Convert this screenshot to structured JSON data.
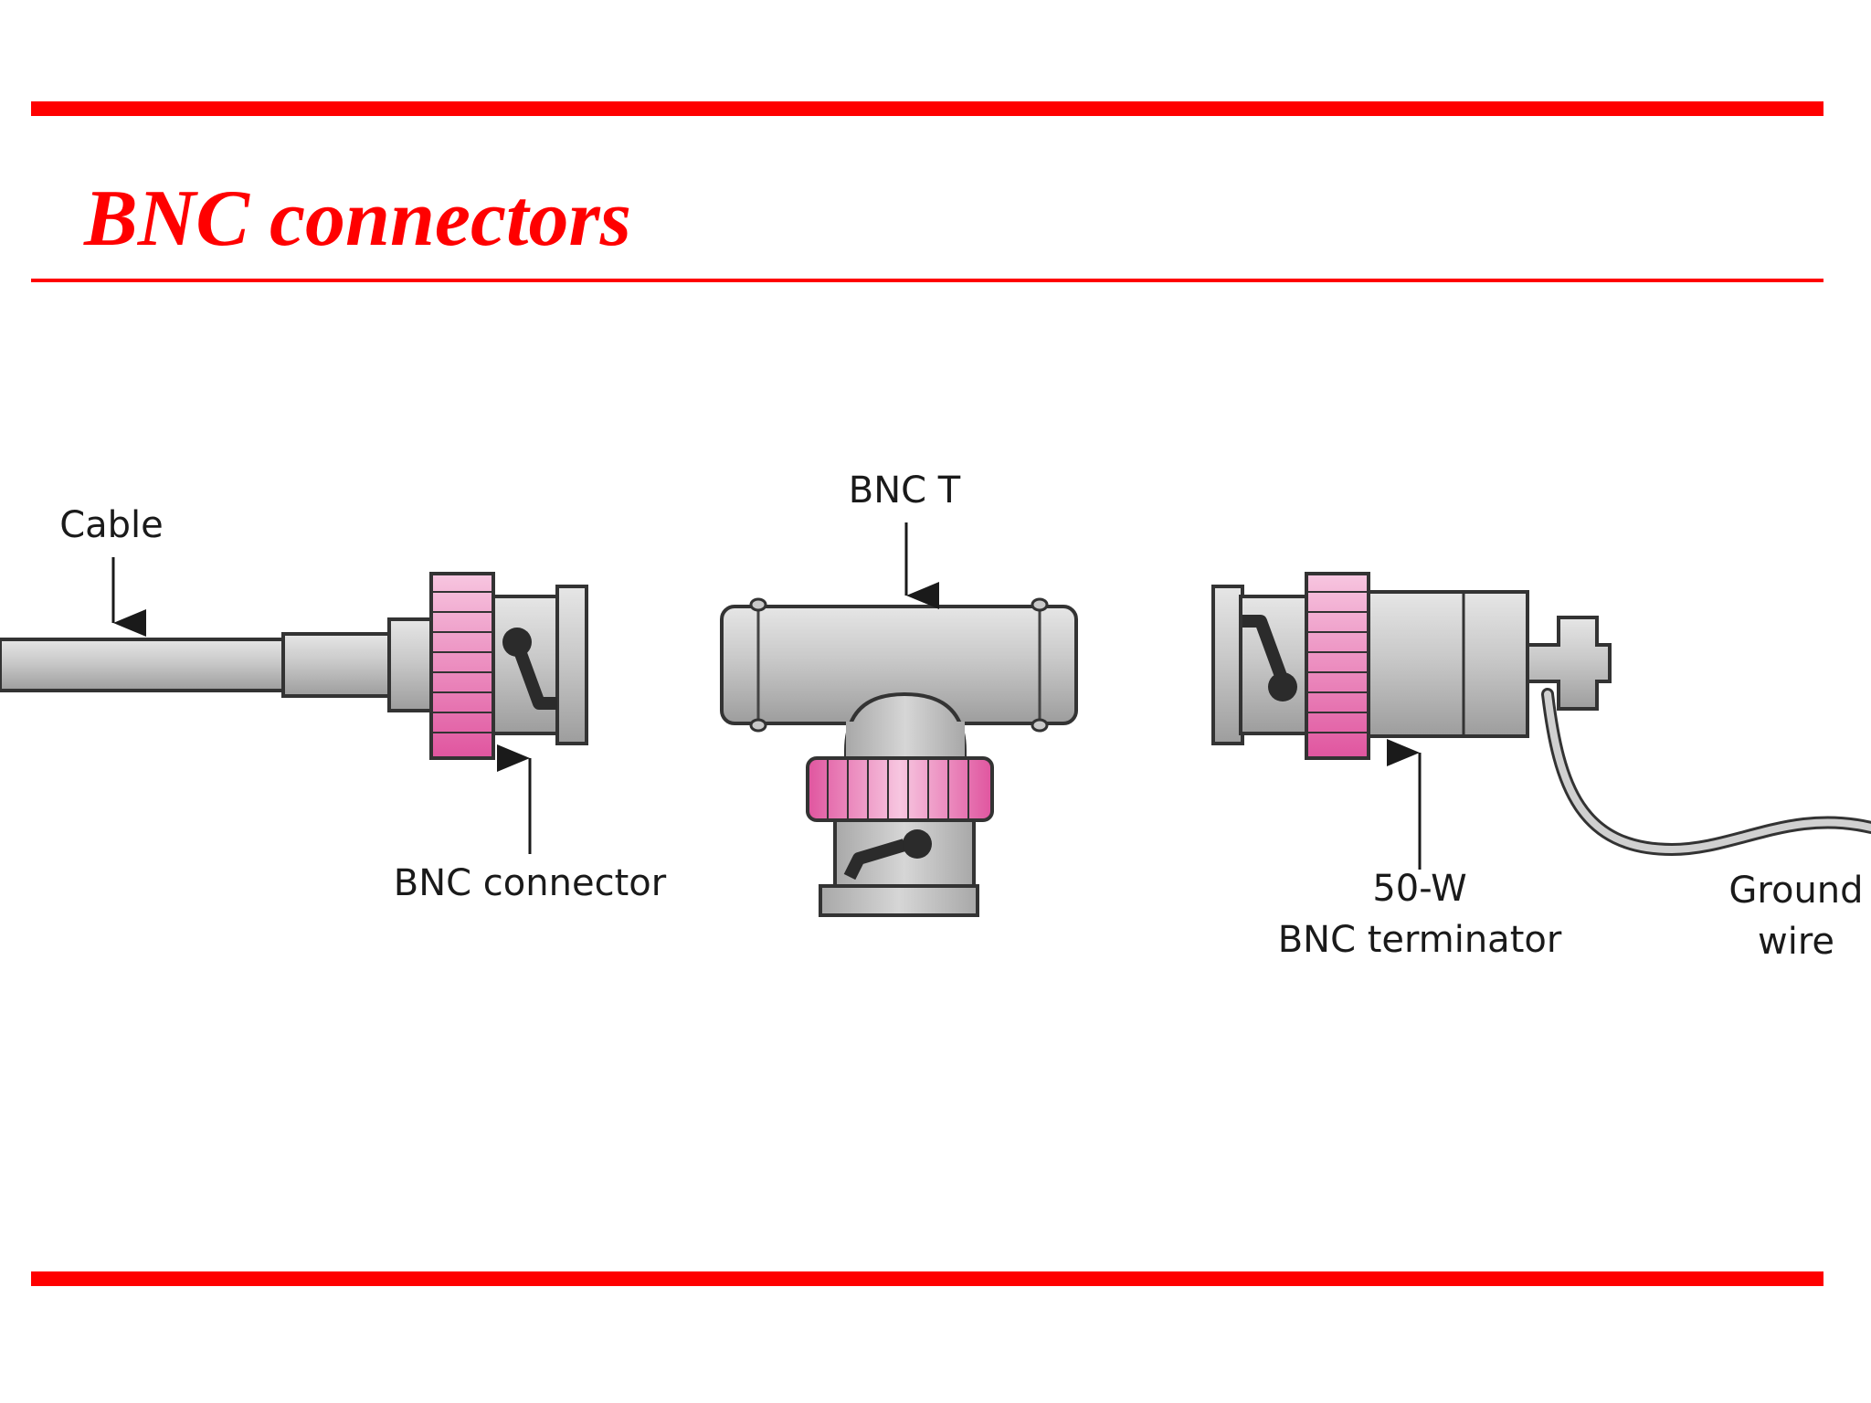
{
  "slide": {
    "title": "BNC connectors"
  },
  "diagram": {
    "labels": {
      "cable": "Cable",
      "bnc_connector": "BNC connector",
      "bnc_t": "BNC T",
      "terminator_line1": "50-W",
      "terminator_line2": "BNC terminator",
      "ground_line1": "Ground",
      "ground_line2": "wire"
    }
  },
  "colors": {
    "accent": "#ff0000",
    "body_gray": "#c8c8c8",
    "sleeve_pink": "#e86fae",
    "lock_dark": "#2b2b2b"
  }
}
